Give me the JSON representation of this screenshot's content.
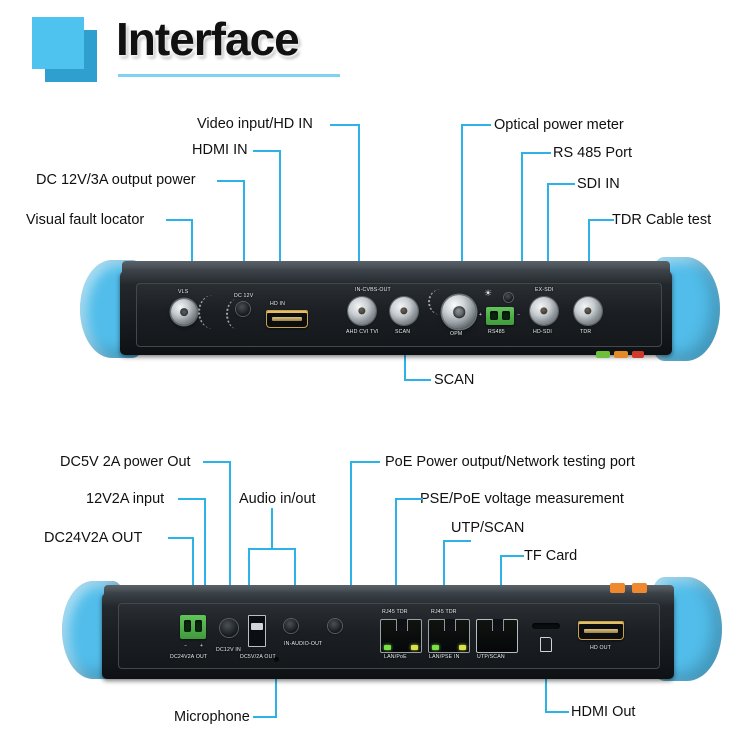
{
  "header": {
    "title": "Interface",
    "accent_color": "#4fc3f0",
    "accent_dark": "#2f9fd0",
    "rule_color": "#7fd3f2"
  },
  "leader_color": "#2bb3e8",
  "top_device": {
    "callouts": [
      {
        "id": "visual-fault-locator",
        "label": "Visual fault locator"
      },
      {
        "id": "dc-12v-3a-output-power",
        "label": "DC 12V/3A output power"
      },
      {
        "id": "hdmi-in",
        "label": "HDMI IN"
      },
      {
        "id": "video-input-hd-in",
        "label": "Video input/HD IN"
      },
      {
        "id": "scan",
        "label": "SCAN"
      },
      {
        "id": "optical-power-meter",
        "label": "Optical power meter"
      },
      {
        "id": "rs-485-port",
        "label": "RS 485 Port"
      },
      {
        "id": "sdi-in",
        "label": "SDI IN"
      },
      {
        "id": "tdr-cable-test",
        "label": "TDR Cable test"
      }
    ],
    "port_labels": {
      "vls": "VLS",
      "dc12v": "DC 12V",
      "hd_in": "HD IN",
      "in_cvbs_out": "IN-CVBS-OUT",
      "ahd_cvi_tvi": "AHD CVI TVI",
      "scan": "SCAN",
      "opm": "OPM",
      "rs485": "RS485",
      "rs485_plus": "+",
      "rs485_minus": "−",
      "ex_sdi": "EX-SDI",
      "hd_sdi": "HD-SDI",
      "tdr": "TDR"
    }
  },
  "bottom_device": {
    "callouts": [
      {
        "id": "dc24v2a-out",
        "label": "DC24V2A OUT"
      },
      {
        "id": "12v2a-input",
        "label": "12V2A input"
      },
      {
        "id": "dc5v-2a-power-out",
        "label": "DC5V 2A power Out"
      },
      {
        "id": "audio-in-out",
        "label": "Audio in/out"
      },
      {
        "id": "poe-power-output",
        "label": "PoE Power output/Network testing port"
      },
      {
        "id": "pse-poe-voltage-measurement",
        "label": "PSE/PoE voltage measurement"
      },
      {
        "id": "utp-scan",
        "label": "UTP/SCAN"
      },
      {
        "id": "tf-card",
        "label": "TF Card"
      },
      {
        "id": "microphone",
        "label": "Microphone"
      },
      {
        "id": "hdmi-out",
        "label": "HDMI Out"
      }
    ],
    "port_labels": {
      "dc24v2a_out": "DC24V2A OUT",
      "minus": "−",
      "plus": "+",
      "dc12v_in": "DC12V IN",
      "dc5v_2a_out": "DC5V/2A OUT",
      "in_audio_out": "IN-AUDIO-OUT",
      "rj45_tdr_1": "RJ45 TDR",
      "rj45_tdr_2": "RJ45 TDR",
      "lan_poe": "LAN/PoE",
      "lan_pse_in": "LAN/PSE IN",
      "utp_scan": "UTP/SCAN",
      "hd_out": "HD OUT"
    }
  }
}
